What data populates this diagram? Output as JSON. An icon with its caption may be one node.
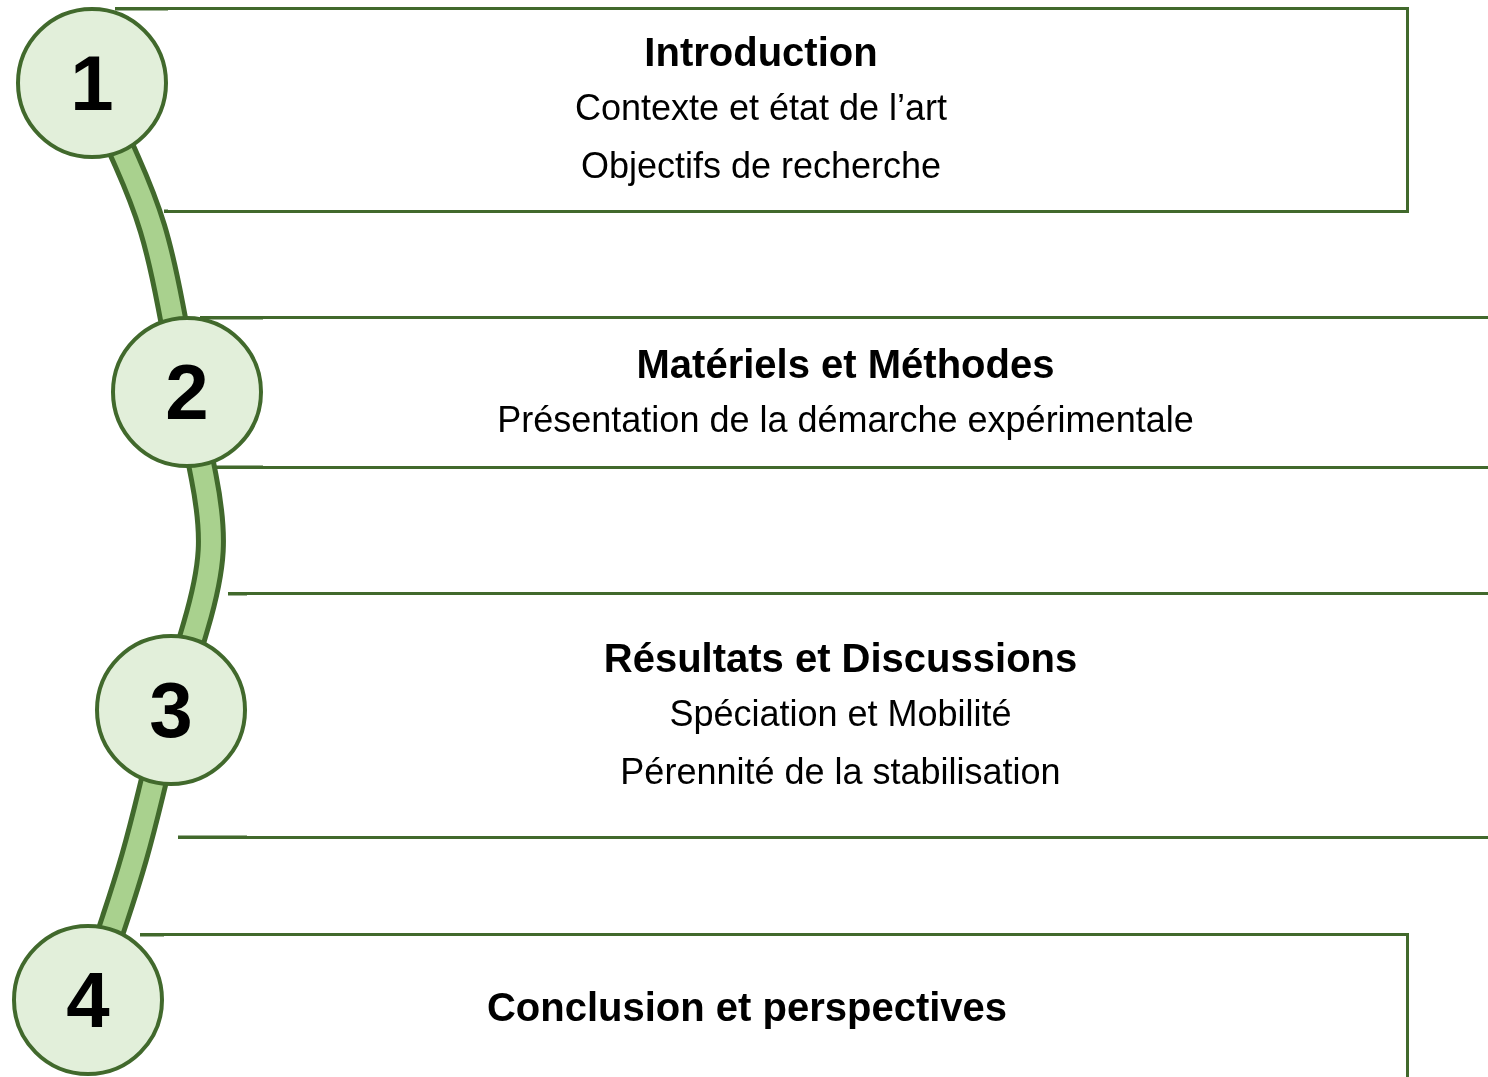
{
  "diagram": {
    "nodes": [
      {
        "text": [
          "1"
        ]
      },
      {
        "text": [
          "Introduction",
          "Contexte et état de l’art",
          "Objectifs de recherche"
        ]
      },
      {
        "text": [
          "2"
        ]
      },
      {
        "text": [
          "Matériels et Méthodes",
          "Présentation de la démarche expérimentale"
        ]
      },
      {
        "text": [
          "3"
        ]
      },
      {
        "text": [
          "Résultats et Discussions",
          "Spéciation et Mobilité",
          "Pérennité de la stabilisation"
        ]
      },
      {
        "text": [
          "4"
        ]
      },
      {
        "text": [
          "Conclusion et perspectives"
        ]
      }
    ],
    "edges": [
      {
        "from": 0,
        "to": 2,
        "arrow": "none"
      },
      {
        "from": 2,
        "to": 4,
        "arrow": "none"
      },
      {
        "from": 4,
        "to": 6,
        "arrow": "none"
      }
    ]
  }
}
